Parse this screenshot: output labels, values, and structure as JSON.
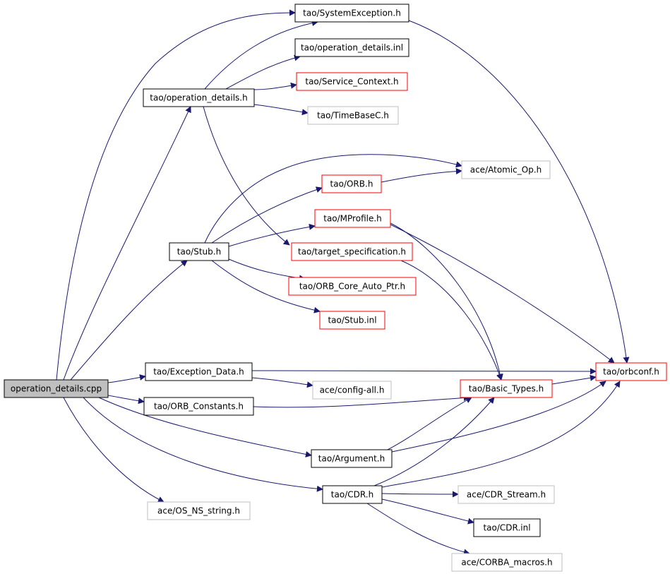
{
  "graph": {
    "colors": {
      "edge": "#191970",
      "border_default": "#000000",
      "border_truncated": "#ff0000",
      "border_external": "#bfbfbf",
      "root_fill": "#bfbfbf"
    },
    "nodes": [
      {
        "id": "root",
        "label": "operation_details.cpp",
        "kind": "root"
      },
      {
        "id": "sysexc",
        "label": "tao/SystemException.h",
        "kind": "default"
      },
      {
        "id": "opinl",
        "label": "tao/operation_details.inl",
        "kind": "default"
      },
      {
        "id": "svcctx",
        "label": "tao/Service_Context.h",
        "kind": "truncated"
      },
      {
        "id": "opdet",
        "label": "tao/operation_details.h",
        "kind": "default"
      },
      {
        "id": "timebase",
        "label": "tao/TimeBaseC.h",
        "kind": "external"
      },
      {
        "id": "atomic",
        "label": "ace/Atomic_Op.h",
        "kind": "external"
      },
      {
        "id": "orb",
        "label": "tao/ORB.h",
        "kind": "truncated"
      },
      {
        "id": "mprofile",
        "label": "tao/MProfile.h",
        "kind": "truncated"
      },
      {
        "id": "stub",
        "label": "tao/Stub.h",
        "kind": "default"
      },
      {
        "id": "targetspec",
        "label": "tao/target_specification.h",
        "kind": "truncated"
      },
      {
        "id": "orbcore",
        "label": "tao/ORB_Core_Auto_Ptr.h",
        "kind": "truncated"
      },
      {
        "id": "stubinl",
        "label": "tao/Stub.inl",
        "kind": "truncated"
      },
      {
        "id": "excdata",
        "label": "tao/Exception_Data.h",
        "kind": "default"
      },
      {
        "id": "orbconf",
        "label": "tao/orbconf.h",
        "kind": "truncated"
      },
      {
        "id": "configall",
        "label": "ace/config-all.h",
        "kind": "external"
      },
      {
        "id": "basictypes",
        "label": "tao/Basic_Types.h",
        "kind": "truncated"
      },
      {
        "id": "orbconst",
        "label": "tao/ORB_Constants.h",
        "kind": "default"
      },
      {
        "id": "argument",
        "label": "tao/Argument.h",
        "kind": "default"
      },
      {
        "id": "cdr",
        "label": "tao/CDR.h",
        "kind": "default"
      },
      {
        "id": "cdrstream",
        "label": "ace/CDR_Stream.h",
        "kind": "external"
      },
      {
        "id": "osns",
        "label": "ace/OS_NS_string.h",
        "kind": "external"
      },
      {
        "id": "cdrinl",
        "label": "tao/CDR.inl",
        "kind": "default"
      },
      {
        "id": "corbamacros",
        "label": "ace/CORBA_macros.h",
        "kind": "external"
      }
    ],
    "edges": [
      {
        "from": "root",
        "to": "sysexc"
      },
      {
        "from": "root",
        "to": "opdet"
      },
      {
        "from": "root",
        "to": "stub"
      },
      {
        "from": "root",
        "to": "excdata"
      },
      {
        "from": "root",
        "to": "orbconst"
      },
      {
        "from": "root",
        "to": "argument"
      },
      {
        "from": "root",
        "to": "cdr"
      },
      {
        "from": "root",
        "to": "osns"
      },
      {
        "from": "opdet",
        "to": "sysexc"
      },
      {
        "from": "opdet",
        "to": "opinl"
      },
      {
        "from": "opdet",
        "to": "svcctx"
      },
      {
        "from": "opdet",
        "to": "timebase"
      },
      {
        "from": "opdet",
        "to": "targetspec"
      },
      {
        "from": "sysexc",
        "to": "orbconf"
      },
      {
        "from": "stub",
        "to": "atomic"
      },
      {
        "from": "stub",
        "to": "orb"
      },
      {
        "from": "stub",
        "to": "mprofile"
      },
      {
        "from": "stub",
        "to": "orbcore"
      },
      {
        "from": "stub",
        "to": "stubinl"
      },
      {
        "from": "orb",
        "to": "atomic"
      },
      {
        "from": "mprofile",
        "to": "orbconf"
      },
      {
        "from": "mprofile",
        "to": "basictypes"
      },
      {
        "from": "targetspec",
        "to": "basictypes"
      },
      {
        "from": "excdata",
        "to": "orbconf"
      },
      {
        "from": "excdata",
        "to": "configall"
      },
      {
        "from": "orbconst",
        "to": "basictypes"
      },
      {
        "from": "basictypes",
        "to": "orbconf"
      },
      {
        "from": "argument",
        "to": "basictypes"
      },
      {
        "from": "argument",
        "to": "orbconf"
      },
      {
        "from": "cdr",
        "to": "basictypes"
      },
      {
        "from": "cdr",
        "to": "orbconf"
      },
      {
        "from": "cdr",
        "to": "cdrstream"
      },
      {
        "from": "cdr",
        "to": "cdrinl"
      },
      {
        "from": "cdr",
        "to": "corbamacros"
      }
    ]
  }
}
